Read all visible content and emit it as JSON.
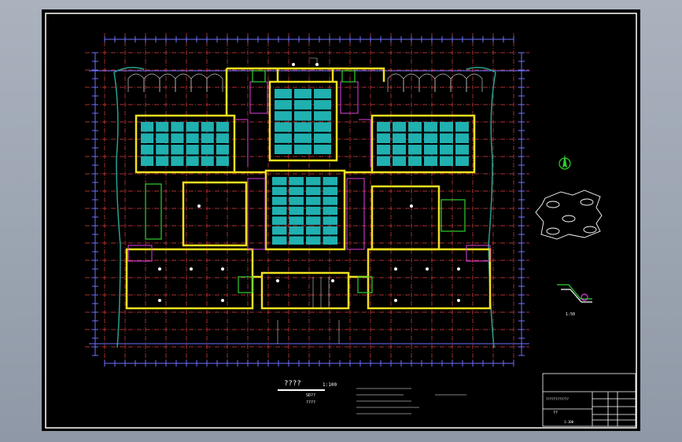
{
  "drawing": {
    "plan_title": "????",
    "plan_scale": "1:100",
    "notes_left": [
      "SD??",
      "????"
    ],
    "detail_label": "1:50",
    "north_symbol": "north-arrow-icon"
  },
  "title_block": {
    "project": "????????????",
    "drawing_no": "??",
    "scale": "1:100"
  },
  "colors": {
    "background": "#000000",
    "wall": "#f0e020",
    "axis": "#e04040",
    "dimension": "#7070ff",
    "seating": "#20b0b0",
    "furniture": "#e040e0",
    "text": "#ffffff",
    "green": "#30d030"
  }
}
